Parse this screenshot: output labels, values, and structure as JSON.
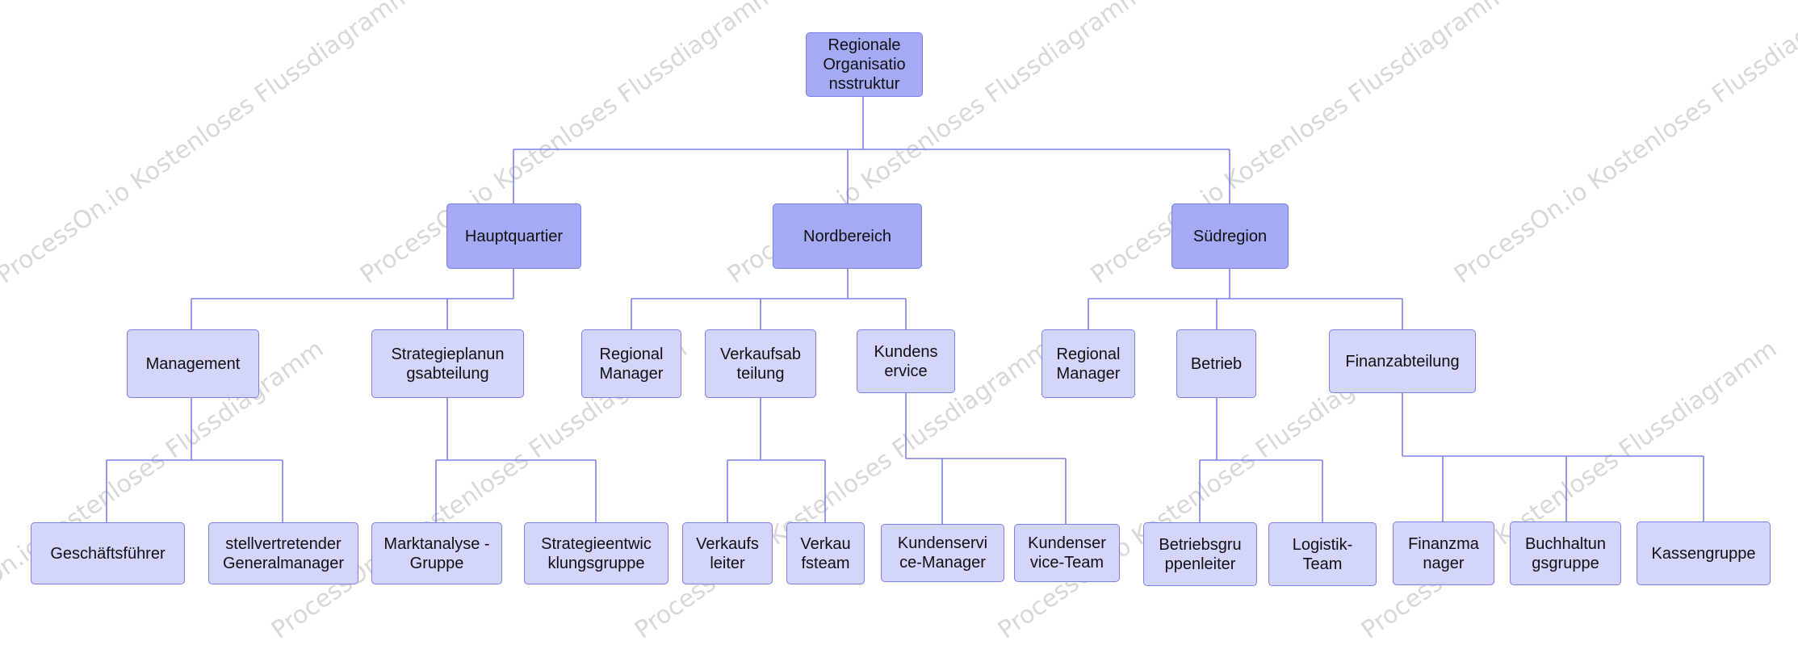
{
  "colors": {
    "header": "#a5aaf4",
    "leaf": "#d3d5fb",
    "line": "#7b80e6"
  },
  "watermark": "ProcessOn.io Kostenloses Flussdiagramm",
  "nodes": {
    "root": {
      "label": "Regionale Organisatio nsstruktur"
    },
    "hq": {
      "label": "Hauptquartier"
    },
    "north": {
      "label": "Nordbereich"
    },
    "south": {
      "label": "Südregion"
    },
    "management": {
      "label": "Management"
    },
    "strategy": {
      "label": "Strategieplanun gsabteilung"
    },
    "north_rm": {
      "label": "Regional Manager"
    },
    "sales": {
      "label": "Verkaufsab teilung"
    },
    "service": {
      "label": "Kundens ervice"
    },
    "south_rm": {
      "label": "Regional Manager"
    },
    "ops": {
      "label": "Betrieb"
    },
    "finance": {
      "label": "Finanzabteilung"
    },
    "ceo": {
      "label": "Geschäftsführer"
    },
    "deputy": {
      "label": "stellvertretender Generalmanager"
    },
    "market": {
      "label": "Marktanalyse -Gruppe"
    },
    "strat_dev": {
      "label": "Strategieentwic klungsgruppe"
    },
    "sales_lead": {
      "label": "Verkaufs leiter"
    },
    "sales_team": {
      "label": "Verkau fsteam"
    },
    "cs_manager": {
      "label": "Kundenservi ce-Manager"
    },
    "cs_team": {
      "label": "Kundenser vice-Team"
    },
    "ops_lead": {
      "label": "Betriebsgru ppenleiter"
    },
    "logistics": {
      "label": "Logistik- Team"
    },
    "fin_manager": {
      "label": "Finanzma nager"
    },
    "accounting": {
      "label": "Buchhaltun gsgruppe"
    },
    "cash": {
      "label": "Kassengruppe"
    }
  }
}
